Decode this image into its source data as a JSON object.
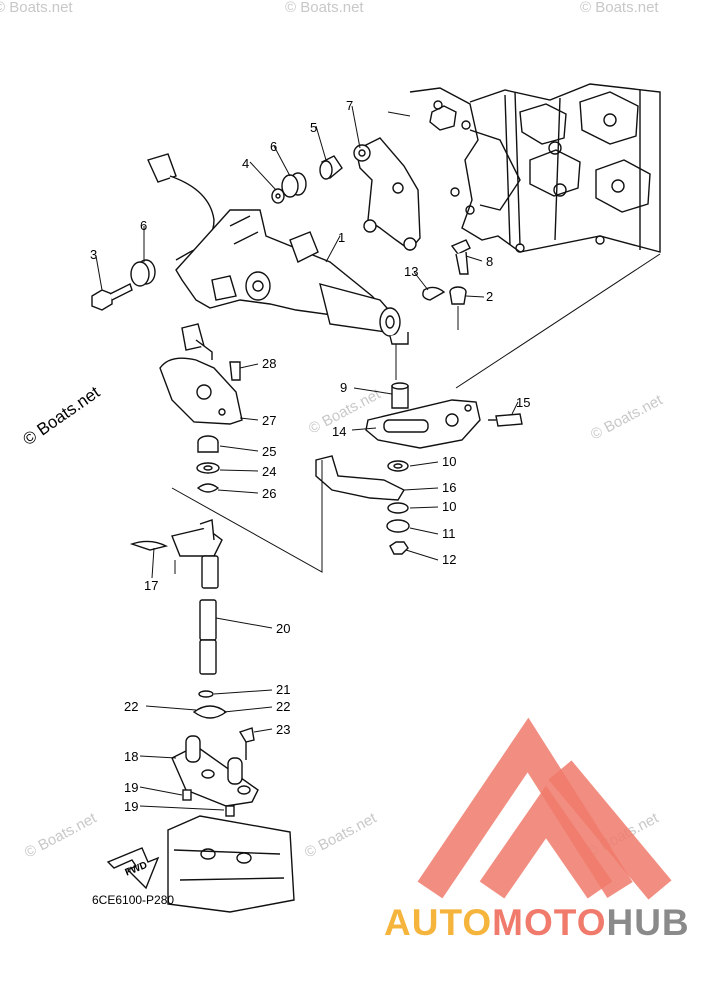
{
  "watermarks": {
    "side": "© Boats.net",
    "repeat": "© Boats.net"
  },
  "callouts": [
    "1",
    "2",
    "3",
    "4",
    "5",
    "6",
    "6",
    "7",
    "8",
    "9",
    "10",
    "10",
    "11",
    "12",
    "13",
    "14",
    "15",
    "16",
    "17",
    "18",
    "19",
    "19",
    "20",
    "21",
    "22",
    "22",
    "23",
    "24",
    "25",
    "26",
    "27",
    "28"
  ],
  "fwd_label": "FWD",
  "diagram_code": "6CE6100-P280",
  "logo": {
    "auto": "AUTO",
    "moto": "MOTO",
    "hub": "HUB",
    "colors": {
      "auto": "#f5b43c",
      "moto": "#f07a6b",
      "hub": "#8a8a8a",
      "triangle": "#f07a6b"
    }
  }
}
